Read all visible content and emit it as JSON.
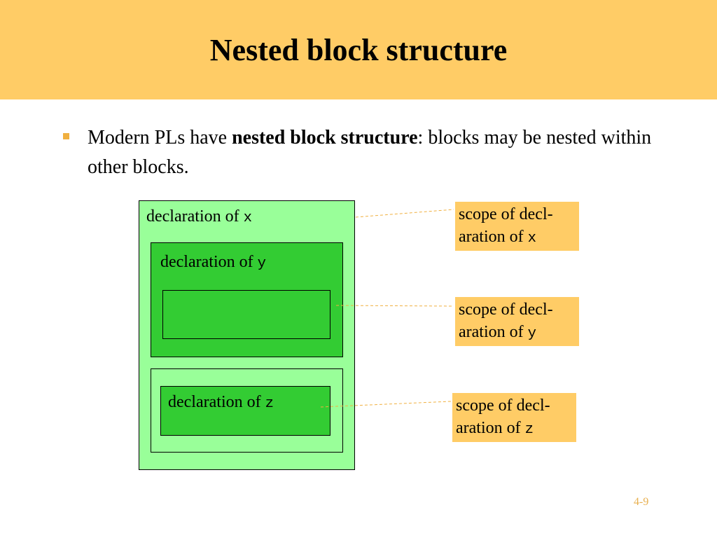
{
  "slide": {
    "title": "Nested block structure",
    "bullet": {
      "text_before": "Modern PLs have ",
      "bold_text": "nested block structure",
      "text_after": ": blocks may be nested within other blocks."
    },
    "page_number": "4-9"
  },
  "diagram": {
    "blocks": [
      {
        "label_prefix": "declaration of ",
        "var": "x"
      },
      {
        "label_prefix": "declaration of ",
        "var": "y"
      },
      {
        "label_prefix": "declaration of ",
        "var": "z"
      }
    ],
    "notes": [
      {
        "line1": "scope of decl-",
        "line2_prefix": "aration of ",
        "var": "x"
      },
      {
        "line1": "scope of decl-",
        "line2_prefix": "aration of ",
        "var": "y"
      },
      {
        "line1": "scope of decl-",
        "line2_prefix": "aration of ",
        "var": "z"
      }
    ]
  },
  "colors": {
    "title_band": "#ffcc66",
    "outer_block": "#99ff99",
    "inner_block": "#33cc33",
    "note_box": "#ffcc66",
    "leader_line": "#f0b040"
  }
}
